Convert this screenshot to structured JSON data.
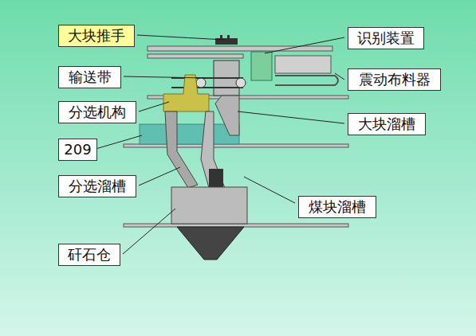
{
  "diagram": {
    "nodes": [
      {
        "text": [
          "大块推手"
        ]
      },
      {
        "text": [
          "识别装置"
        ]
      },
      {
        "text": [
          "输送带"
        ]
      },
      {
        "text": [
          "震动布料器"
        ]
      },
      {
        "text": [
          "分选机构"
        ]
      },
      {
        "text": [
          "大块溜槽"
        ]
      },
      {
        "text": [
          "209"
        ]
      },
      {
        "text": [
          "分选溜槽"
        ]
      },
      {
        "text": [
          "煤块溜槽"
        ]
      },
      {
        "text": [
          "矸石仓"
        ]
      }
    ]
  }
}
